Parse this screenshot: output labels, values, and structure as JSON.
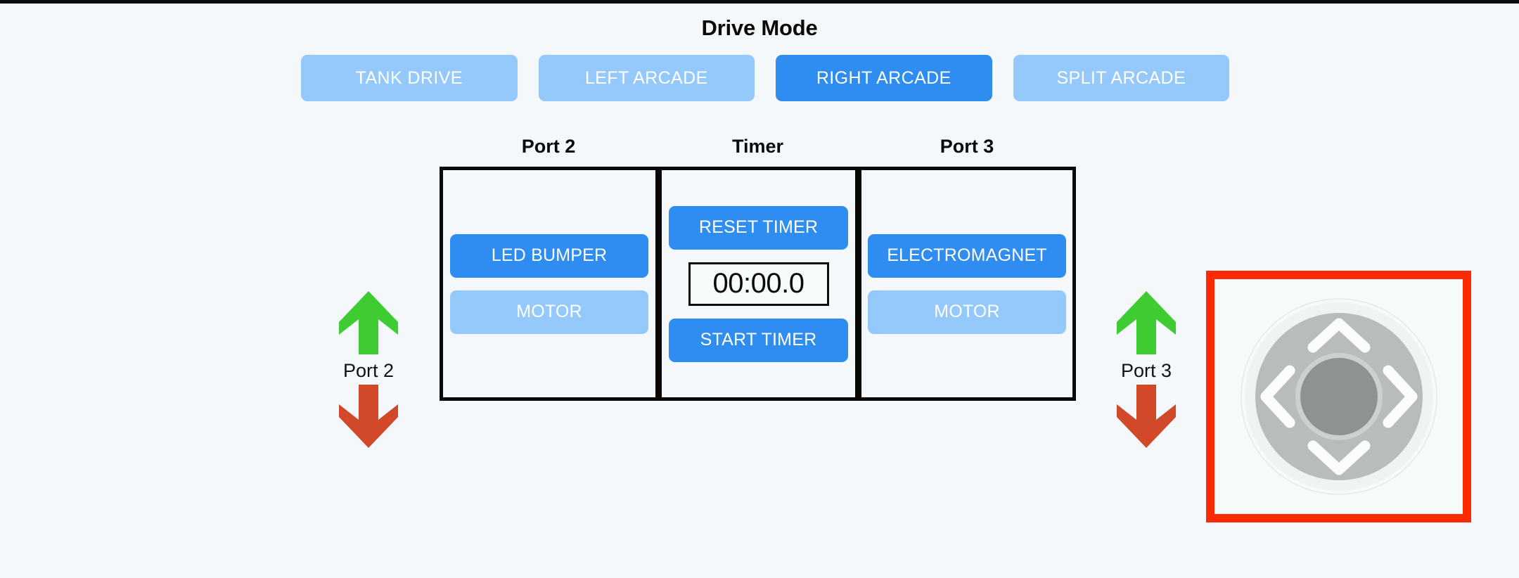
{
  "header": {
    "title": "Drive Mode",
    "modes": [
      {
        "label": "TANK DRIVE",
        "active": false
      },
      {
        "label": "LEFT ARCADE",
        "active": false
      },
      {
        "label": "RIGHT ARCADE",
        "active": true
      },
      {
        "label": "SPLIT ARCADE",
        "active": false
      }
    ]
  },
  "panels": {
    "port2": {
      "heading": "Port 2",
      "primary_button": "LED BUMPER",
      "secondary_button": "MOTOR"
    },
    "timer": {
      "heading": "Timer",
      "reset_button": "RESET TIMER",
      "display": "00:00.0",
      "start_button": "START TIMER"
    },
    "port3": {
      "heading": "Port 3",
      "primary_button": "ELECTROMAGNET",
      "secondary_button": "MOTOR"
    }
  },
  "indicators": [
    {
      "label": "Port 2",
      "up_icon": "green-up-arrow-icon",
      "down_icon": "red-down-arrow-icon"
    },
    {
      "label": "Port 3",
      "up_icon": "green-up-arrow-icon",
      "down_icon": "red-down-arrow-icon"
    }
  ],
  "dpad": {
    "name": "directional-pad",
    "directions": [
      "up",
      "left",
      "right",
      "down"
    ],
    "highlight_border_color": "#fb2a02"
  },
  "colors": {
    "background": "#f4f8fa",
    "accent_active": "#2f8cf0",
    "accent_muted": "#96c9fb",
    "arrow_up": "#3fcc33",
    "arrow_down": "#d2492a",
    "panel_border": "#080808",
    "dpad_outer": "#b9bcbc",
    "dpad_inner": "#8f9292",
    "dpad_chevron": "#fbfcfc"
  }
}
